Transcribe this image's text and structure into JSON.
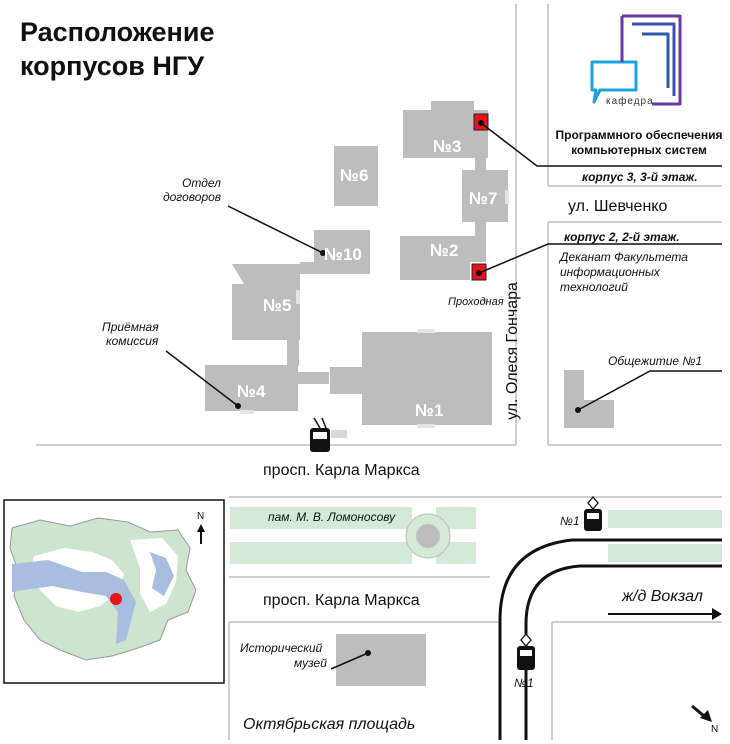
{
  "title": {
    "line1": "Расположение",
    "line2": "корпусов НГУ"
  },
  "logo": {
    "caption_small": "кафедра",
    "line1": "Программного обеспечения",
    "line2": "компьютерных систем",
    "colors": [
      "#1aa3dc",
      "#6a3aa0",
      "#2c5aa8"
    ]
  },
  "callouts": {
    "korpus3": "корпус 3, 3-й этаж.",
    "korpus2": "корпус 2, 2-й этаж.",
    "dekanat_line1": "Деканат Факультета",
    "dekanat_line2": "информационных",
    "dekanat_line3": "технологий",
    "otdel_line1": "Отдел",
    "otdel_line2": "договоров",
    "priemnaya_line1": "Приёмная",
    "priemnaya_line2": "комиссия",
    "prokhodnaya": "Проходная",
    "obshchezhitie": "Общежитие №1",
    "museum_line1": "Исторический",
    "museum_line2": "музей"
  },
  "buildings": {
    "b1": "№1",
    "b2": "№2",
    "b3": "№3",
    "b4": "№4",
    "b5": "№5",
    "b6": "№6",
    "b7": "№7",
    "b10": "№10"
  },
  "streets": {
    "shevchenko": "ул. Шевченко",
    "goncharova": "ул. Олеся Гончара",
    "karla_marksa_top": "просп. Карла Маркса",
    "karla_marksa_bottom": "просп. Карла Маркса",
    "lomonosov": "пам. М. В. Ломоносову",
    "vokzal": "ж/д Вокзал",
    "oktyabrskaya": "Октябрьская площадь"
  },
  "transport": {
    "tram_route_1": "№1",
    "tram_route_2": "№1"
  },
  "compass": {
    "inset_north": "N",
    "corner_north": "N"
  },
  "colors": {
    "building": "#bdbdbd",
    "road": "#c8c8c8",
    "green": "#d4ead6",
    "marker": "#e8121b",
    "inset_water": "#a8bde0",
    "inset_land": "#ffffff",
    "inset_green": "#cde4cf"
  }
}
